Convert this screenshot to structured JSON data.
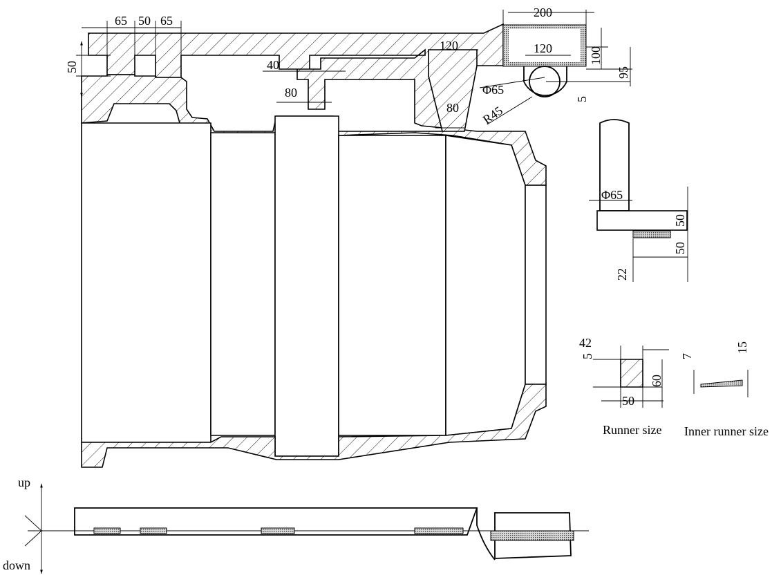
{
  "dimensions": {
    "top_65_left": "65",
    "top_50": "50",
    "top_65_right": "65",
    "left_50": "50",
    "gap_40": "40",
    "gap_80_center": "80",
    "gap_120": "120",
    "gap_80_right": "80",
    "phi65_gate": "Φ65",
    "r45": "R45",
    "cup_200": "200",
    "cup_120": "120",
    "cup_100": "100",
    "cup_95": "95",
    "cup_5": "5",
    "sprue_phi65": "Φ65",
    "sprue_50_a": "50",
    "sprue_50_b": "50",
    "sprue_22": "22",
    "runner_42": "42",
    "runner_5": "5",
    "runner_60": "60",
    "runner_50": "50",
    "inner_7": "7",
    "inner_15": "15"
  },
  "captions": {
    "runner_size": "Runner size",
    "inner_runner_size": "Inner runner size"
  },
  "axis": {
    "up": "up",
    "down": "down"
  }
}
